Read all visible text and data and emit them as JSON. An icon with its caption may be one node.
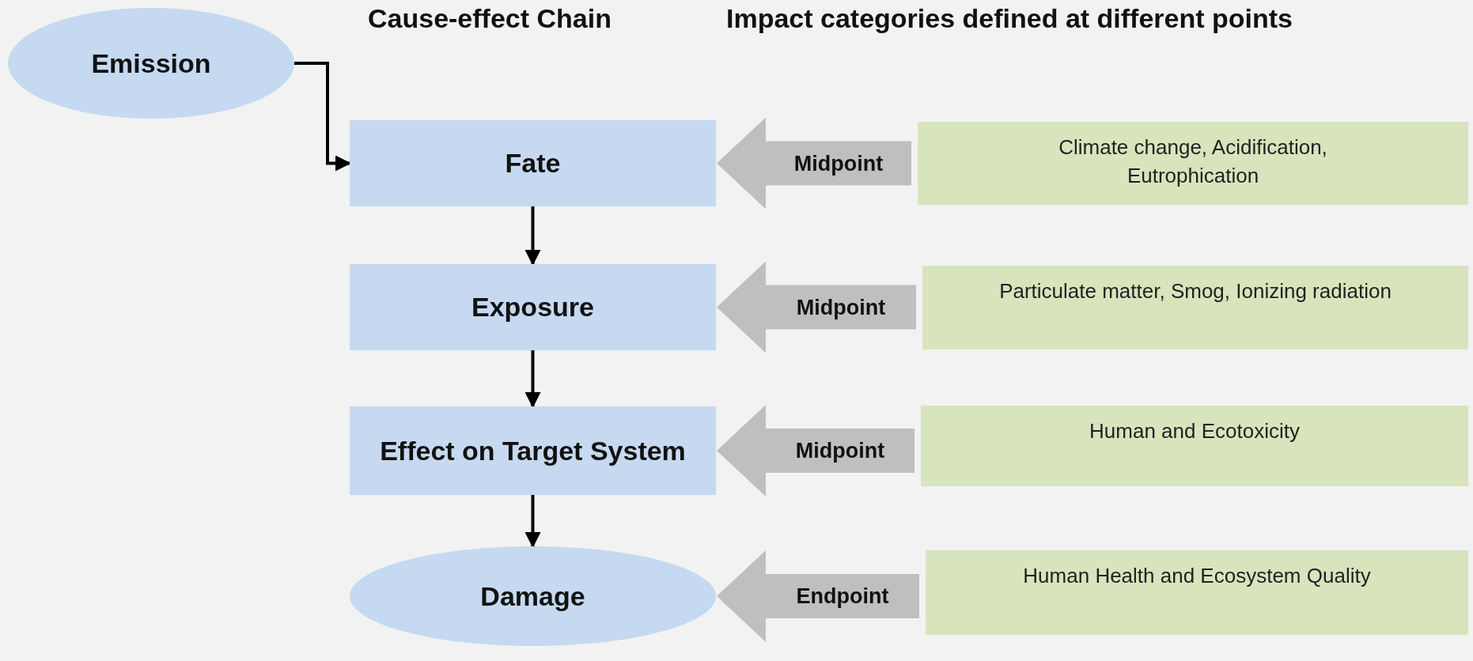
{
  "diagram": {
    "nodes": [
      {
        "text": [
          "Emission"
        ]
      },
      {
        "text": [
          "Fate"
        ]
      },
      {
        "text": [
          "Exposure"
        ]
      },
      {
        "text": [
          "Effect on Target System"
        ]
      },
      {
        "text": [
          "Damage"
        ]
      },
      {
        "text": [
          "Climate change, Acidification, Eutrophication"
        ]
      },
      {
        "text": [
          "Particulate matter, Smog, Ionizing radiation"
        ]
      },
      {
        "text": [
          "Human and Ecotoxicity"
        ]
      },
      {
        "text": [
          "Human Health and Ecosystem Quality"
        ]
      }
    ],
    "edges": [
      {
        "from": 0,
        "to": 1,
        "arrow": "to"
      },
      {
        "from": 1,
        "to": 2,
        "arrow": "to"
      },
      {
        "from": 2,
        "to": 3,
        "arrow": "to"
      },
      {
        "from": 3,
        "to": 4,
        "arrow": "to"
      },
      {
        "from": 5,
        "to": 1,
        "arrow": "to",
        "label": "Midpoint",
        "style": "thick",
        "color": "#bfbfbf"
      },
      {
        "from": 6,
        "to": 2,
        "arrow": "to",
        "label": "Midpoint",
        "style": "thick",
        "color": "#bfbfbf"
      },
      {
        "from": 7,
        "to": 3,
        "arrow": "to",
        "label": "Midpoint",
        "style": "thick",
        "color": "#bfbfbf"
      },
      {
        "from": 8,
        "to": 4,
        "arrow": "to",
        "label": "Endpoint",
        "style": "thick",
        "color": "#bfbfbf"
      }
    ],
    "labels": [
      "Cause-effect Chain",
      "Impact categories defined at different points"
    ]
  }
}
